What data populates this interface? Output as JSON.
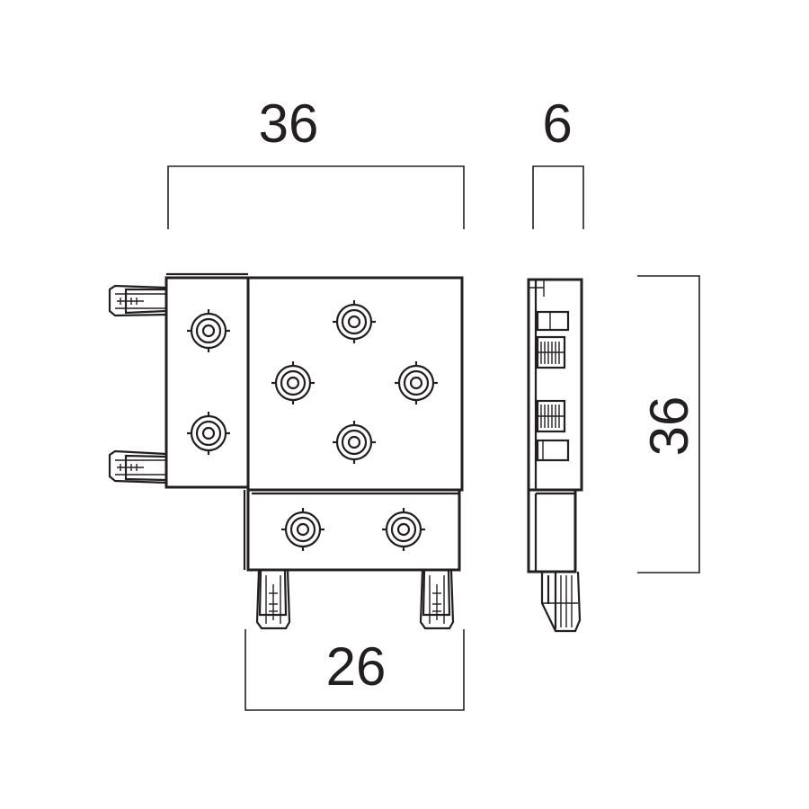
{
  "dimensions": {
    "top_width": "36",
    "side_depth": "6",
    "side_height": "36",
    "bottom_width": "26"
  },
  "colors": {
    "line": "#231f20",
    "background": "#ffffff"
  }
}
